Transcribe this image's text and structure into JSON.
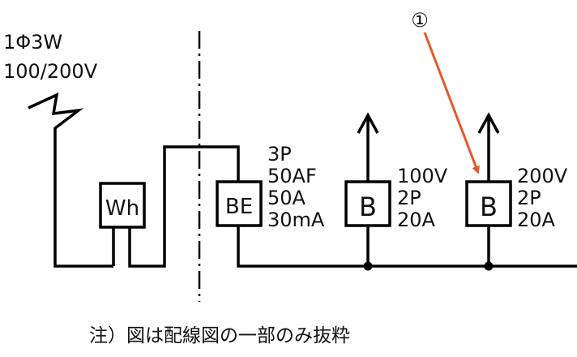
{
  "supply": {
    "line1": "1Φ3W",
    "line2": "100/200V"
  },
  "meter": {
    "label": "Wh"
  },
  "main_breaker": {
    "label": "BE",
    "specs": [
      "3P",
      "50AF",
      "50A",
      "30mA"
    ]
  },
  "branch_breaker_1": {
    "label": "B",
    "specs": [
      "100V",
      "2P",
      "20A"
    ]
  },
  "branch_breaker_2": {
    "label": "B",
    "specs": [
      "200V",
      "2P",
      "20A"
    ]
  },
  "callout": {
    "marker": "①",
    "arrow_color": "#e8572a"
  },
  "note": "注）図は配線図の一部のみ抜粋"
}
